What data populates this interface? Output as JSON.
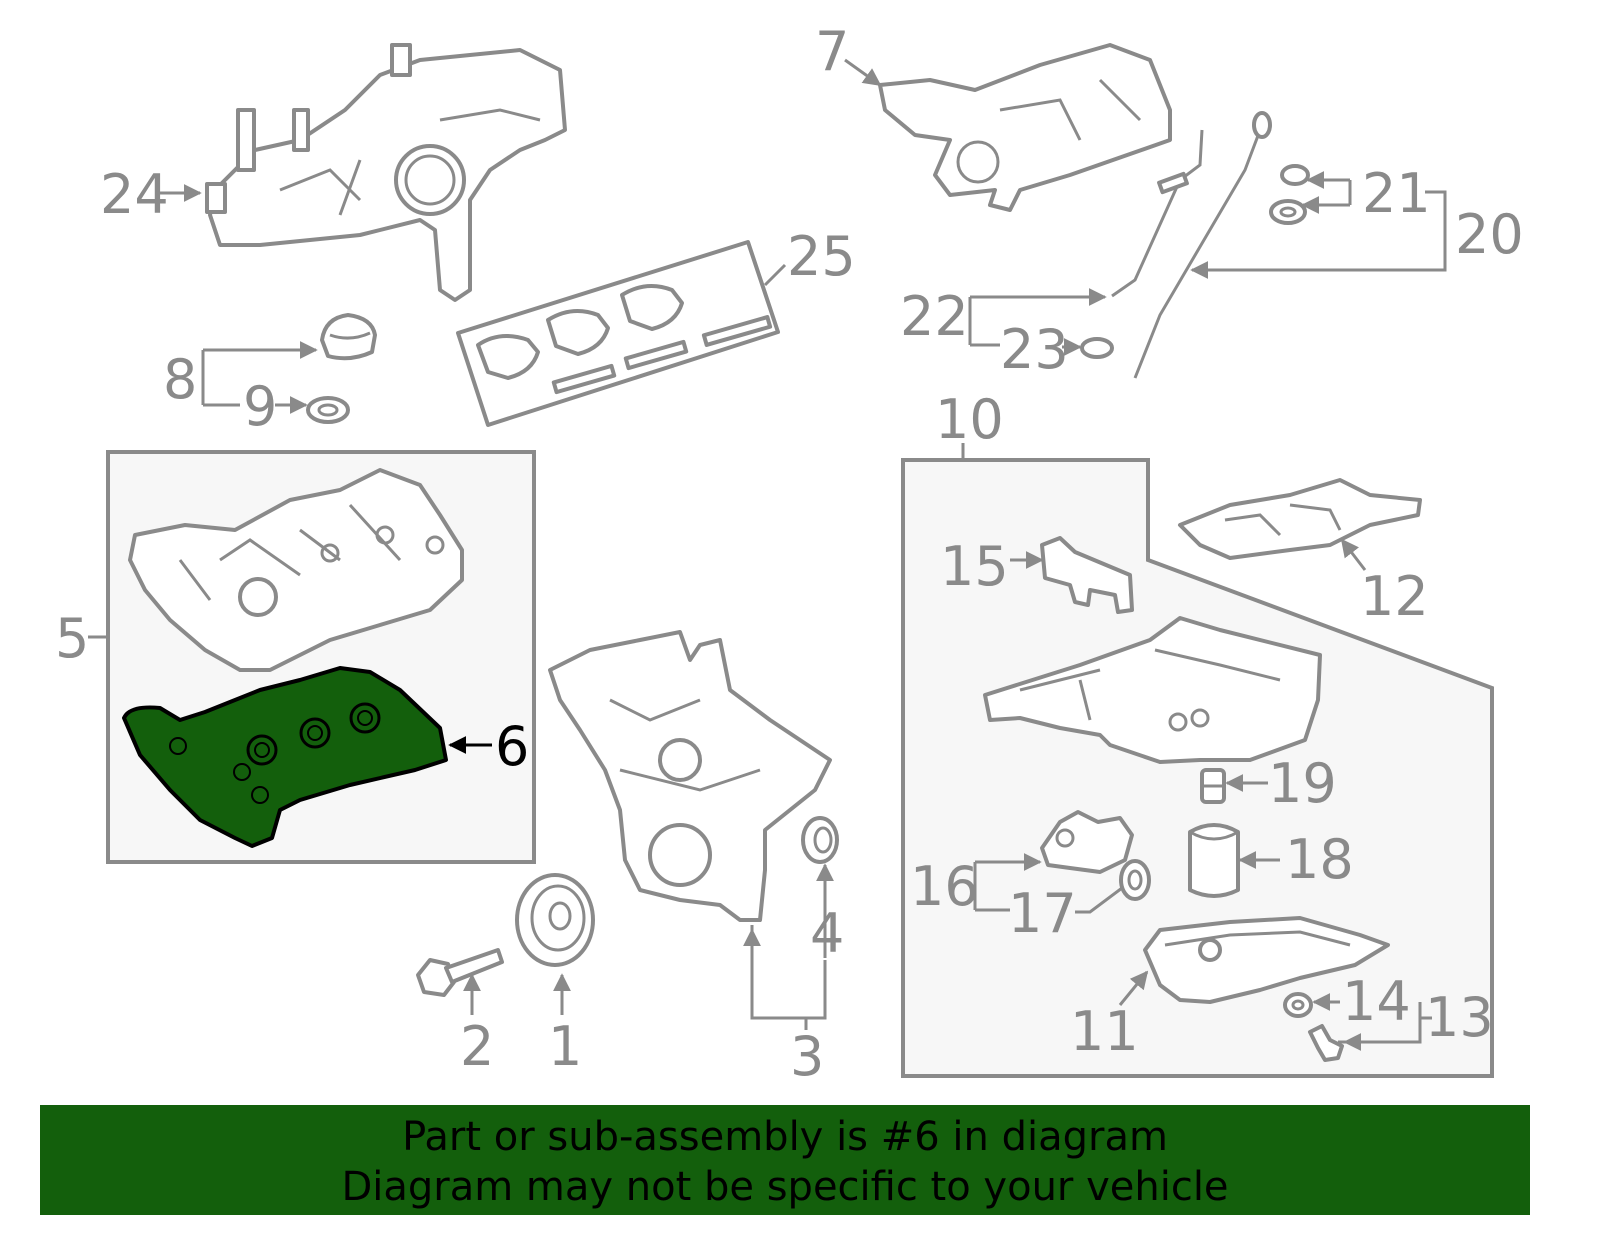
{
  "colors": {
    "highlight": "#135f0c",
    "line": "#8a8a8a",
    "box_fill": "#f7f7f7"
  },
  "labels": {
    "p1": "1",
    "p2": "2",
    "p3": "3",
    "p4": "4",
    "p5": "5",
    "p6": "6",
    "p7": "7",
    "p8": "8",
    "p9": "9",
    "p10": "10",
    "p11": "11",
    "p12": "12",
    "p13": "13",
    "p14": "14",
    "p15": "15",
    "p16": "16",
    "p17": "17",
    "p18": "18",
    "p19": "19",
    "p20": "20",
    "p21": "21",
    "p22": "22",
    "p23": "23",
    "p24": "24",
    "p25": "25"
  },
  "footer": {
    "line1": "Part or sub-assembly is #6 in diagram",
    "line2": "Diagram may not be specific to your vehicle"
  }
}
